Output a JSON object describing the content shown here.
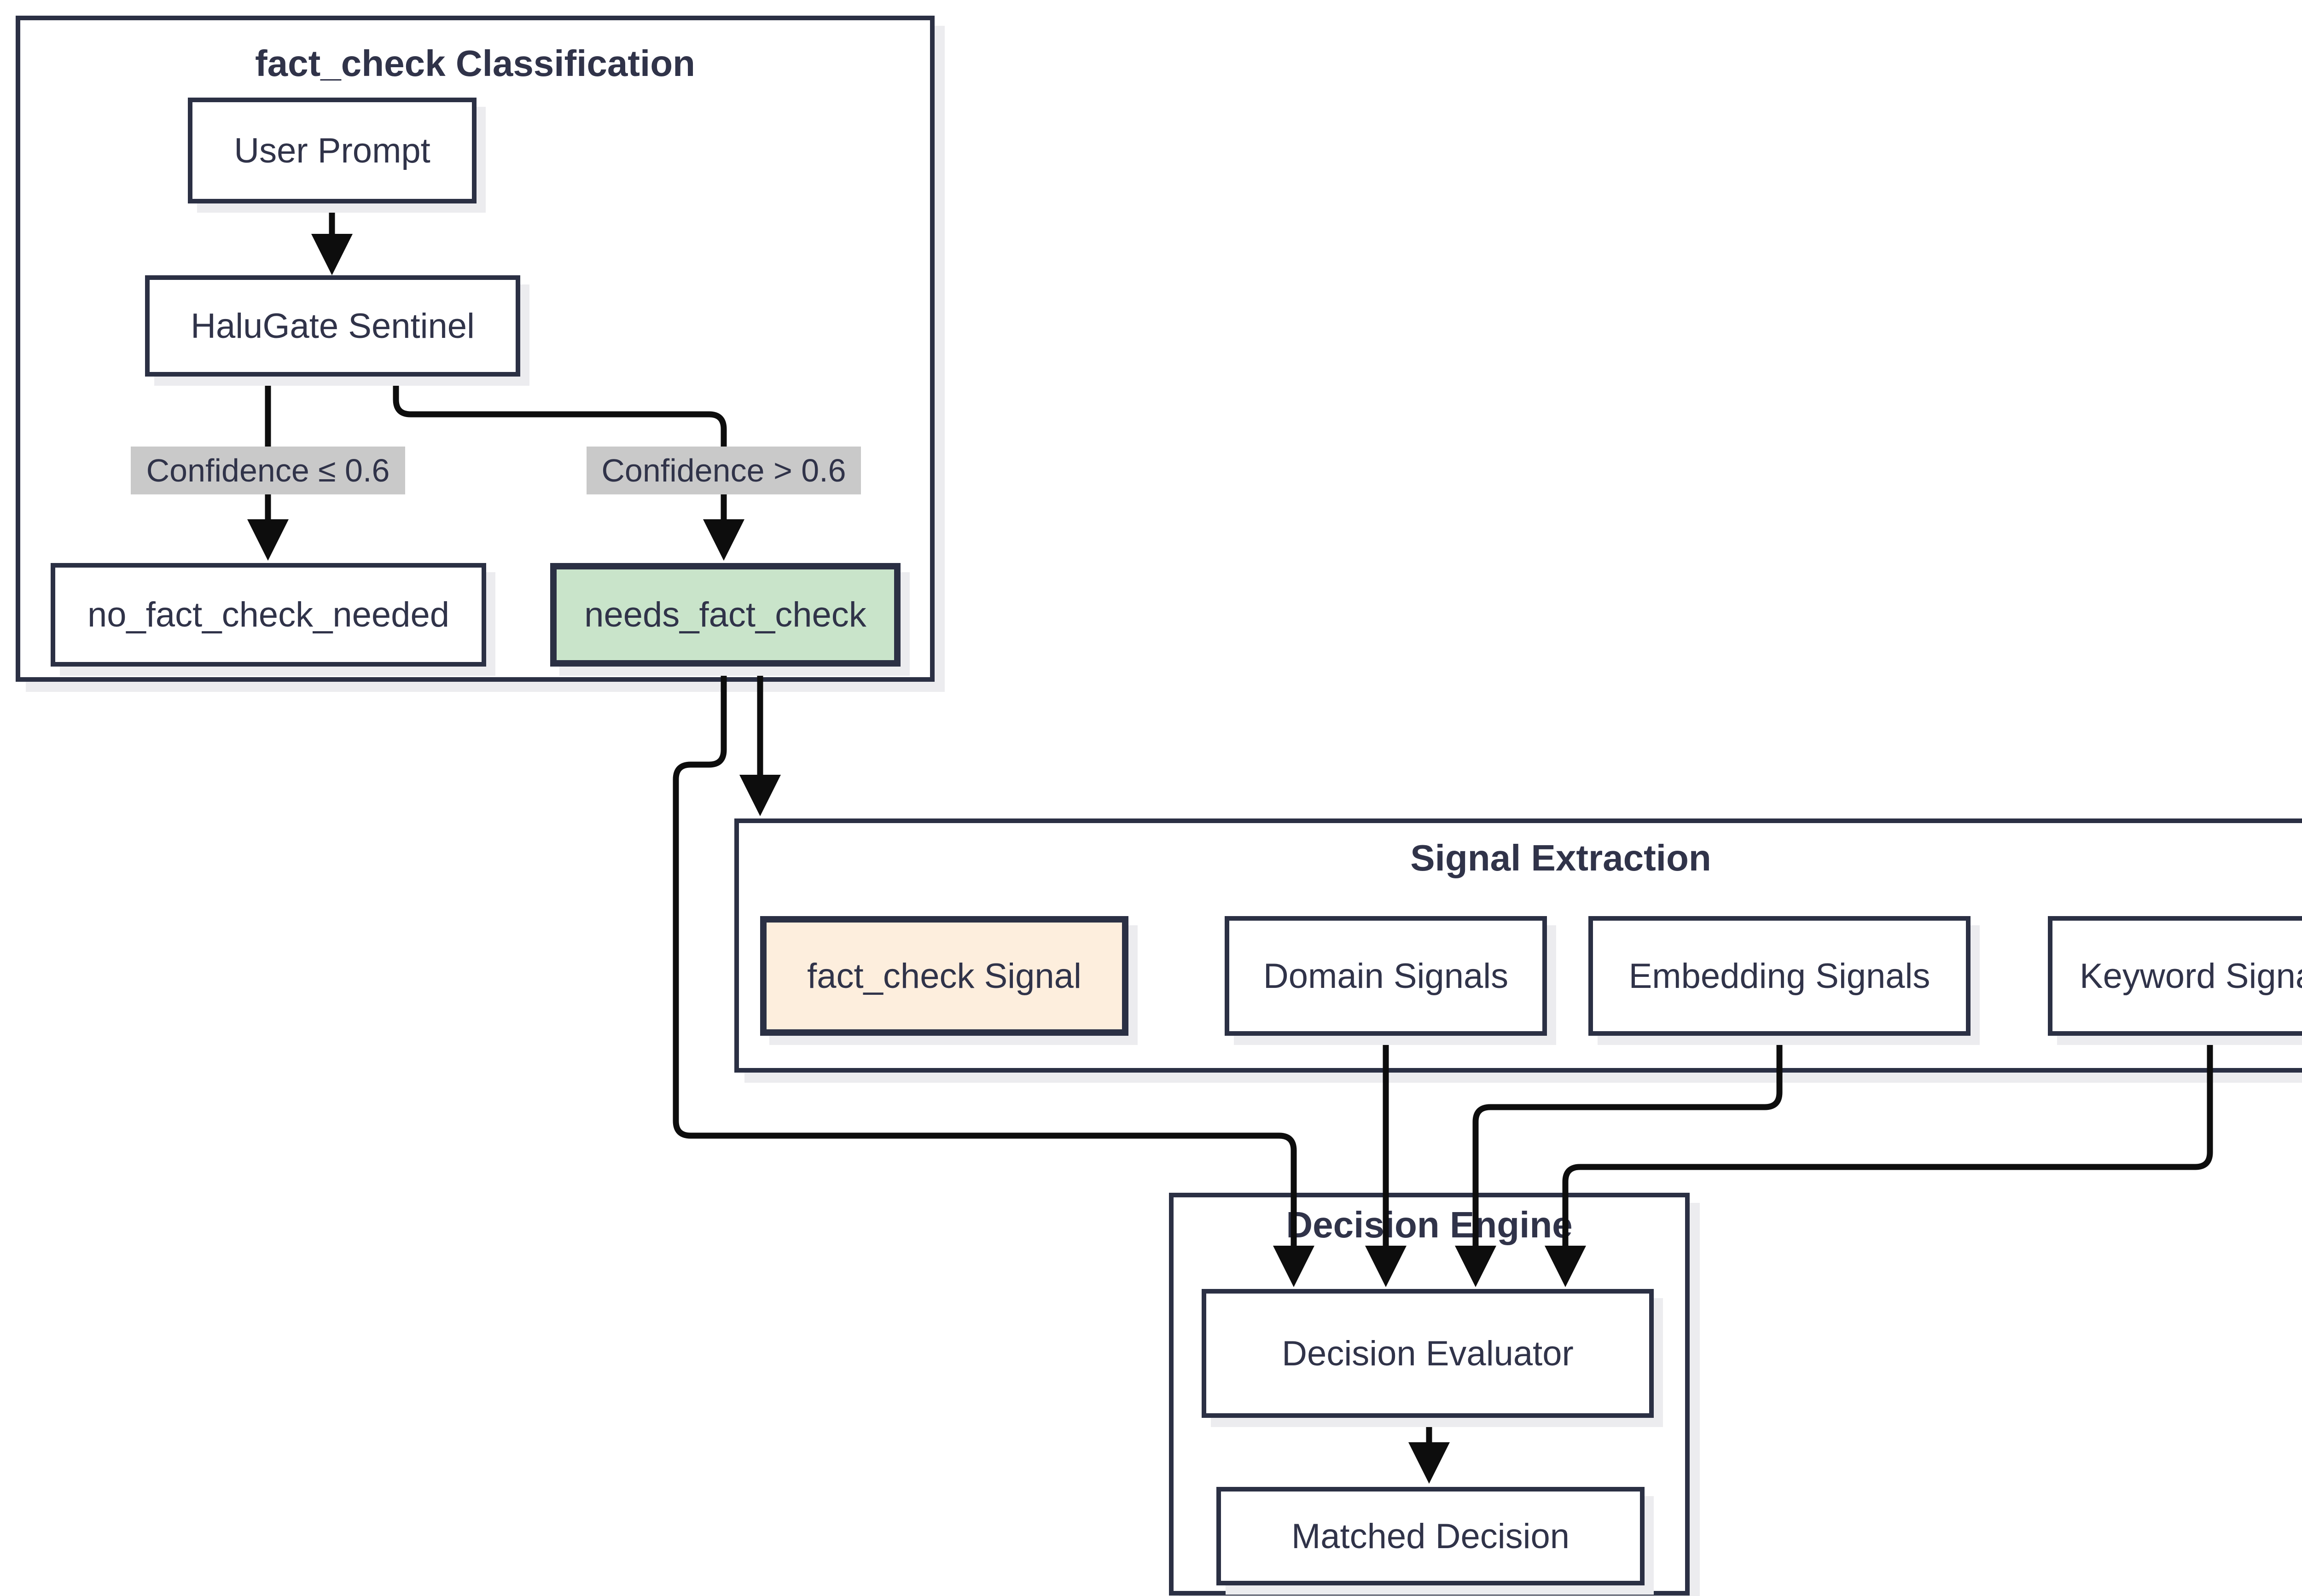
{
  "colors": {
    "node_border": "#2b3044",
    "node_fill": "#ffffff",
    "highlight_green": "#c9e4ca",
    "highlight_peach": "#fdeedd",
    "edge": "#0d0d0d",
    "edge_label_bg": "#c9c9c9",
    "text": "#303349",
    "shadow": "#ececef",
    "background": "#ffffff"
  },
  "classification": {
    "title": "fact_check Classification",
    "nodes": {
      "user_prompt": "User Prompt",
      "halugate_sentinel": "HaluGate Sentinel",
      "no_fact_check_needed": "no_fact_check_needed",
      "needs_fact_check": "needs_fact_check"
    },
    "edge_labels": {
      "low_confidence": "Confidence ≤ 0.6",
      "high_confidence": "Confidence > 0.6"
    }
  },
  "signal_extraction": {
    "title": "Signal Extraction",
    "nodes": {
      "fact_check_signal": "fact_check Signal",
      "domain_signals": "Domain Signals",
      "embedding_signals": "Embedding Signals",
      "keyword_signals": "Keyword Signals"
    }
  },
  "decision_engine": {
    "title": "Decision Engine",
    "nodes": {
      "decision_evaluator": "Decision Evaluator",
      "matched_decision": "Matched Decision"
    }
  }
}
